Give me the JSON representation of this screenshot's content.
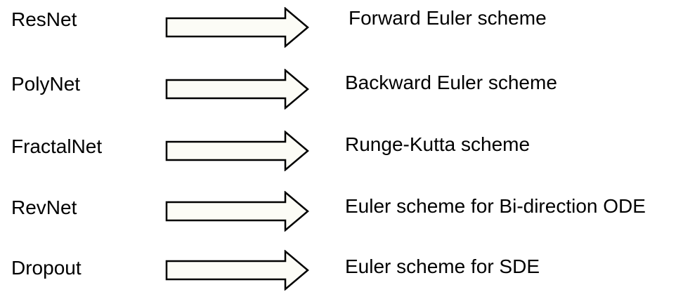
{
  "mappings": [
    {
      "network": "ResNet",
      "scheme": "Forward Euler scheme"
    },
    {
      "network": "PolyNet",
      "scheme": "Backward Euler scheme"
    },
    {
      "network": "FractalNet",
      "scheme": "Runge-Kutta scheme"
    },
    {
      "network": "RevNet",
      "scheme": "Euler scheme for Bi-direction ODE"
    },
    {
      "network": "Dropout",
      "scheme": "Euler scheme for SDE"
    }
  ],
  "arrow_style": {
    "fill": "#fcfcf6",
    "stroke": "#000000"
  }
}
